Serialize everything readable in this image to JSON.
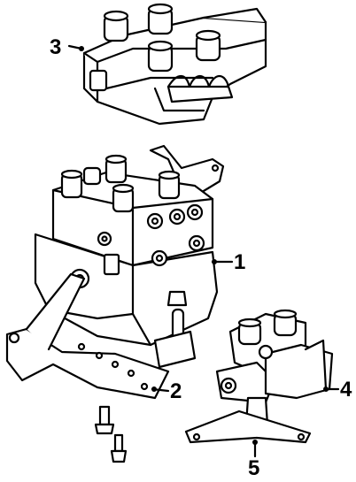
{
  "callouts": [
    {
      "number": "1",
      "part": "abs-modulator-valve-assembly"
    },
    {
      "number": "2",
      "part": "mounting-bracket"
    },
    {
      "number": "3",
      "part": "control-module"
    },
    {
      "number": "4",
      "part": "rear-valve-assembly"
    },
    {
      "number": "5",
      "part": "valve-bracket"
    }
  ],
  "colors": {
    "ink": "#000000",
    "paper": "#ffffff"
  }
}
